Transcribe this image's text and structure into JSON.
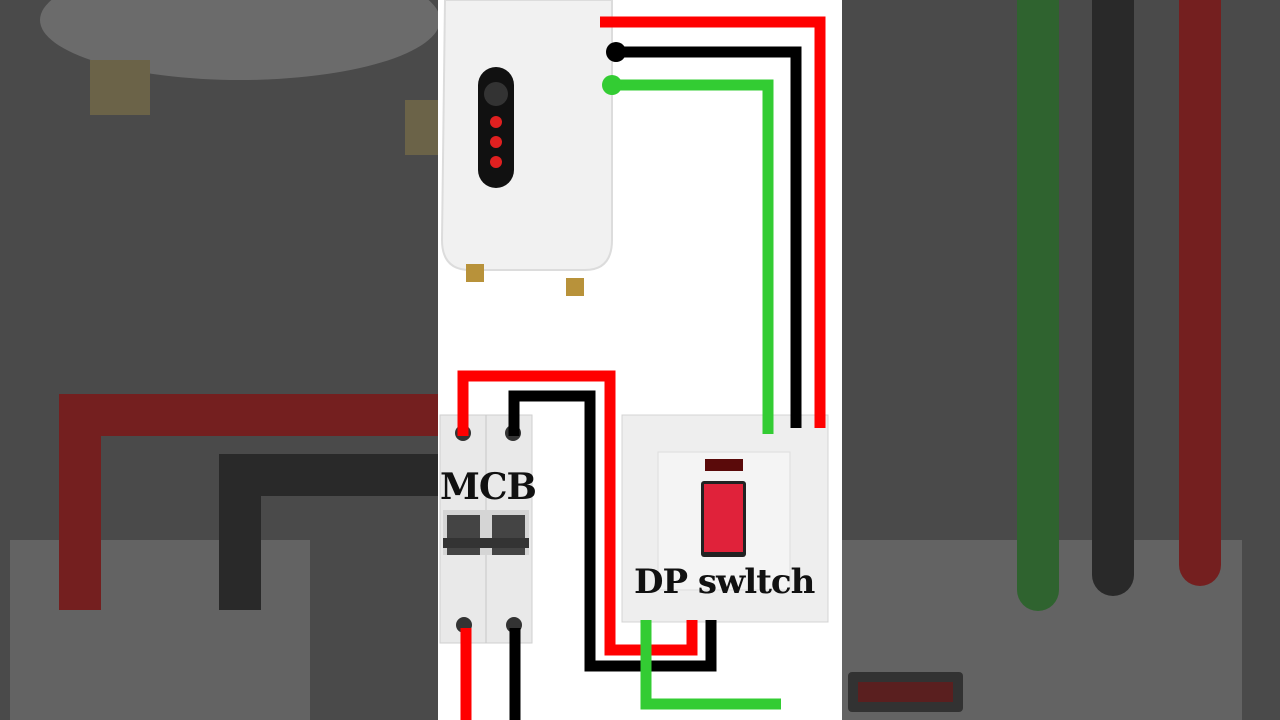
{
  "labels": {
    "mcb": "MCB",
    "dp_switch": "DP swltch"
  },
  "colors": {
    "live_wire": "#ff0000",
    "neutral_wire": "#000000",
    "earth_wire": "#33cc33",
    "switch_rocker": "#e0223a",
    "background_blur": "#474747"
  },
  "components": [
    "water-heater",
    "mcb",
    "dp-switch"
  ]
}
